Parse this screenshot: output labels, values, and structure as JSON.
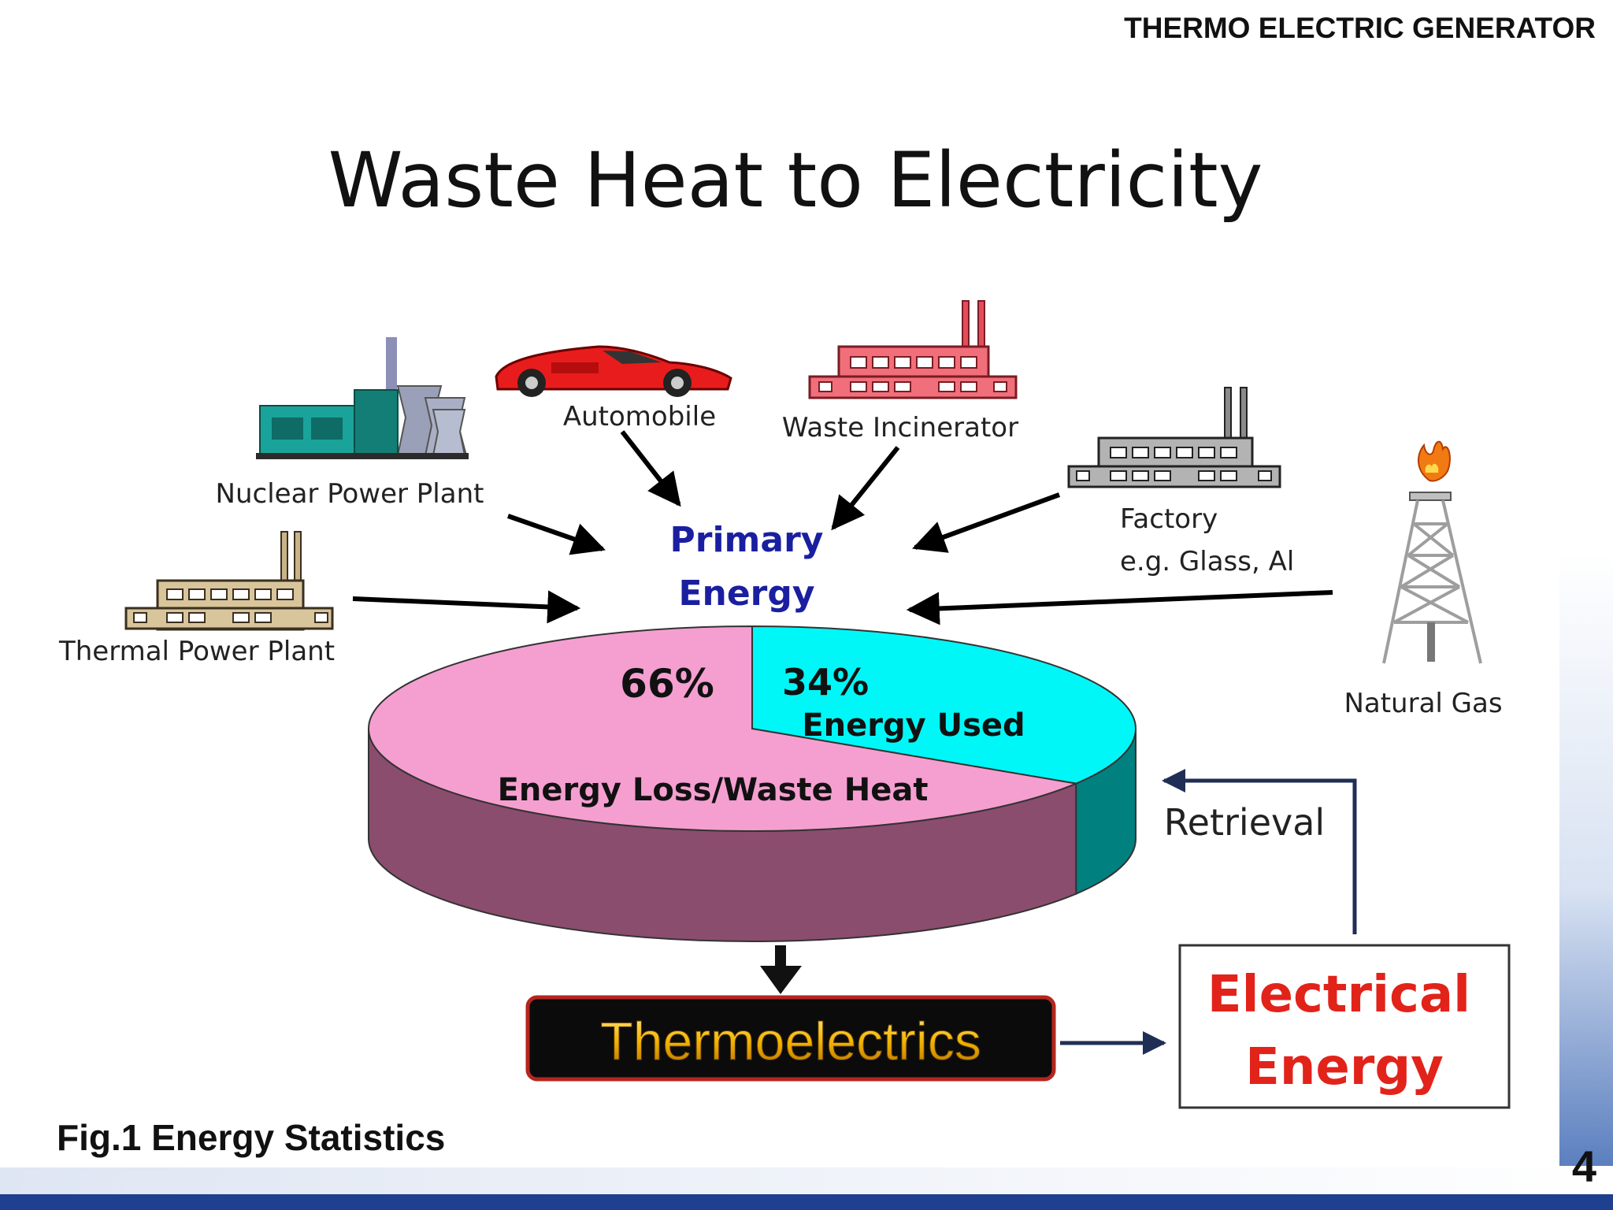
{
  "header": {
    "title": "THERMO ELECTRIC GENERATOR"
  },
  "slide": {
    "title": "Waste Heat to Electricity",
    "caption": "Fig.1  Energy Statistics",
    "page_number": "4"
  },
  "sources": {
    "automobile": "Automobile",
    "waste_incinerator": "Waste Incinerator",
    "nuclear_power_plant": "Nuclear Power Plant",
    "thermal_power_plant": "Thermal Power Plant",
    "factory_line1": "Factory",
    "factory_line2": "e.g. Glass, Al",
    "natural_gas": "Natural Gas"
  },
  "primary_energy": {
    "line1": "Primary",
    "line2": "Energy"
  },
  "pie": {
    "loss_percent": "66%",
    "loss_label": "Energy Loss/Waste Heat",
    "used_percent": "34%",
    "used_label": "Energy Used",
    "loss_value": 66,
    "used_value": 34
  },
  "flow": {
    "thermoelectrics": "Thermoelectrics",
    "electrical_line1": "Electrical",
    "electrical_line2": "Energy",
    "retrieval": "Retrieval"
  },
  "colors": {
    "pie_loss_top": "#f59fd0",
    "pie_loss_side": "#8b4d6e",
    "pie_used_top": "#00f7f7",
    "pie_used_side": "#00807f",
    "primary_energy_text": "#1a1fa0",
    "electrical_energy_text": "#e2231a",
    "thermo_gold": "#f4b400",
    "arrow_dark": "#1f2e55",
    "footer_blue": "#1f3f8f"
  }
}
